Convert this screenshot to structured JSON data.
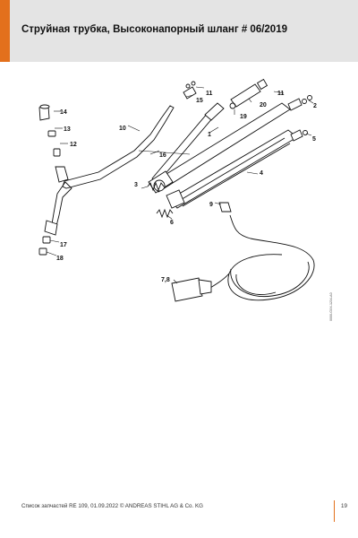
{
  "header": {
    "title": "Струйная трубка, Высоконапорный шланг # 06/2019",
    "accent_color": "#e3701c",
    "background_color": "#e4e4e4"
  },
  "diagram": {
    "labels": {
      "l1": "1",
      "l2": "2",
      "l3": "3",
      "l4": "4",
      "l5": "5",
      "l6": "6",
      "l78": "7,8",
      "l9": "9",
      "l10": "10",
      "l11a": "11",
      "l11b": "11",
      "l12": "12",
      "l13": "13",
      "l14": "14",
      "l15": "15",
      "l16": "16",
      "l17": "17",
      "l18": "18",
      "l19": "19",
      "l20": "20"
    },
    "drawing_code": "0000-GXX-1234-A0"
  },
  "footer": {
    "text": "Список запчастей RE 109, 01.09.2022 © ANDREAS STIHL AG & Co. KG",
    "page": "19"
  }
}
